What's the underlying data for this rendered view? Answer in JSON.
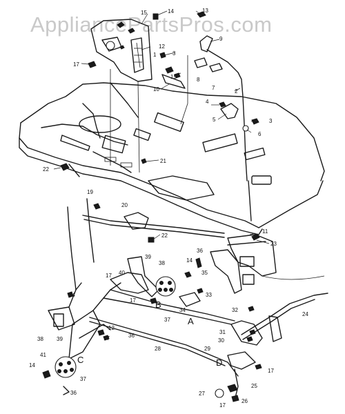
{
  "watermark": "AppliancePartsPros.com",
  "callouts": {
    "c1": "1",
    "c2": "2",
    "c3": "3",
    "c3b": "3",
    "c4": "4",
    "c5": "5",
    "c6": "6",
    "c7": "7",
    "c8": "8",
    "c9": "9",
    "c10": "10",
    "c11": "11",
    "c12": "12",
    "c12b": "12",
    "c13": "13",
    "c14": "14",
    "c14b": "14",
    "c14c": "14",
    "c14d": "14",
    "c15": "15",
    "c15b": "15",
    "c17": "17",
    "c17b": "17",
    "c17c": "17",
    "c17d": "17",
    "c17e": "17",
    "c17f": "17",
    "c19": "19",
    "c20": "20",
    "c21": "21",
    "c22": "22",
    "c22b": "22",
    "c23": "23",
    "c24": "24",
    "c25": "25",
    "c26": "26",
    "c27": "27",
    "c28": "28",
    "c29": "29",
    "c30": "30",
    "c31": "31",
    "c32": "32",
    "c33": "33",
    "c34": "34",
    "c35": "35",
    "c36": "36",
    "c36b": "36",
    "c37": "37",
    "c37b": "37",
    "c38": "38",
    "c38b": "38",
    "c39": "39",
    "c39b": "39",
    "c40": "40",
    "c41": "41"
  },
  "markers": {
    "A": "A",
    "B": "B",
    "C": "C",
    "D": "D"
  }
}
